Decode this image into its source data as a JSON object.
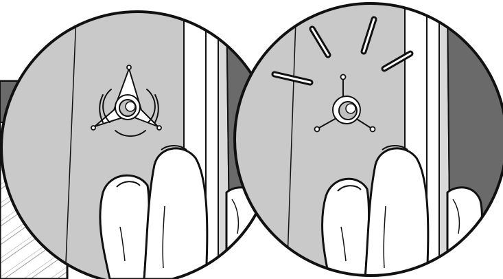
{
  "figure": {
    "panels": [
      {
        "id": "left",
        "state": "pressing",
        "icon": "three-prong-button-with-vibration-arcs"
      },
      {
        "id": "right",
        "state": "activated",
        "icon": "three-prong-button-with-flash-rays"
      }
    ],
    "colors": {
      "line": "#111111",
      "wall_light": "#c9c9c9",
      "wall_dark": "#6a6a6a",
      "jamb": "#ffffff",
      "finger": "#ffffff",
      "button_body": "#c0c0c0"
    }
  }
}
